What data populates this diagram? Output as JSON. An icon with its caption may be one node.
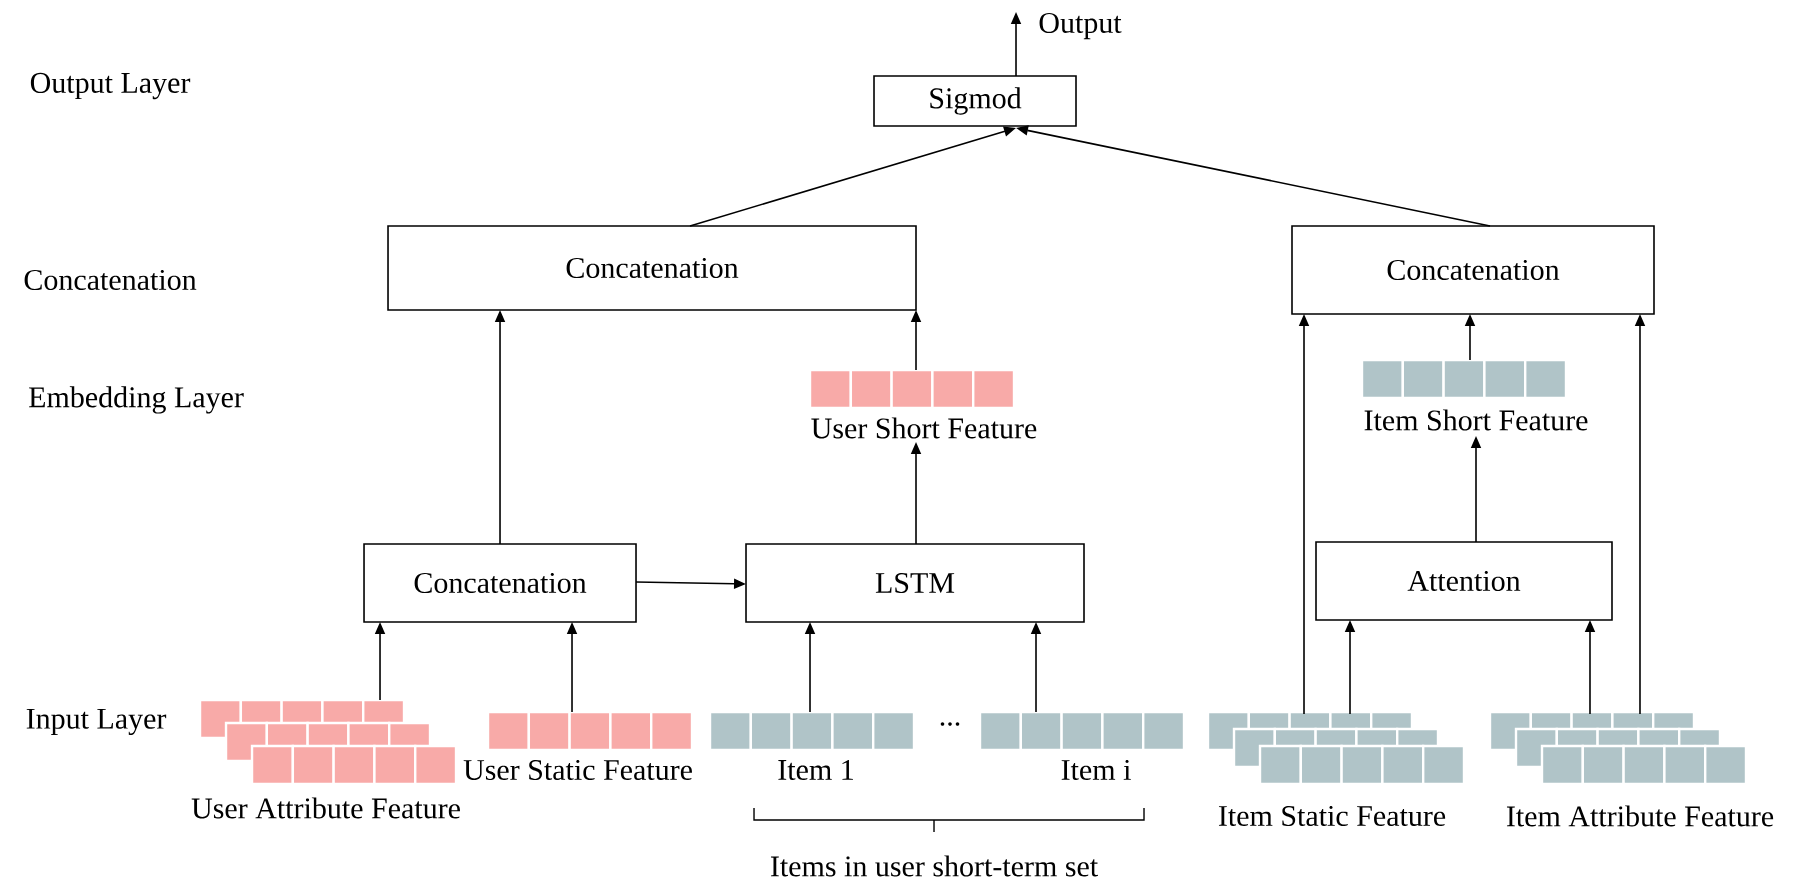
{
  "diagram": {
    "nodes": [
      {
        "text": [
          "Sigmod"
        ]
      },
      {
        "text": [
          "Output"
        ]
      },
      {
        "text": [
          "Concatenation"
        ]
      },
      {
        "text": [
          "Concatenation"
        ]
      },
      {
        "text": [
          "User Short Feature"
        ]
      },
      {
        "text": [
          "Item Short Feature"
        ]
      },
      {
        "text": [
          "Concatenation"
        ]
      },
      {
        "text": [
          "LSTM"
        ]
      },
      {
        "text": [
          "Attention"
        ]
      },
      {
        "text": [
          "User Attribute Feature"
        ]
      },
      {
        "text": [
          "User Static Feature"
        ]
      },
      {
        "text": [
          "Item 1"
        ]
      },
      {
        "text": [
          "Item i"
        ]
      },
      {
        "text": [
          "Item Static Feature"
        ]
      },
      {
        "text": [
          "Item Attribute Feature"
        ]
      }
    ],
    "edges": [
      {
        "from": 2,
        "to": 0,
        "arrow": "to"
      },
      {
        "from": 3,
        "to": 0,
        "arrow": "to"
      },
      {
        "from": 0,
        "to": 1,
        "arrow": "to"
      },
      {
        "from": 4,
        "to": 2,
        "arrow": "to"
      },
      {
        "from": 6,
        "to": 2,
        "arrow": "to"
      },
      {
        "from": 5,
        "to": 3,
        "arrow": "to"
      },
      {
        "from": 13,
        "to": 3,
        "arrow": "to"
      },
      {
        "from": 14,
        "to": 3,
        "arrow": "to"
      },
      {
        "from": 7,
        "to": 4,
        "arrow": "to"
      },
      {
        "from": 8,
        "to": 5,
        "arrow": "to"
      },
      {
        "from": 6,
        "to": 7,
        "arrow": "to"
      },
      {
        "from": 9,
        "to": 6,
        "arrow": "to"
      },
      {
        "from": 10,
        "to": 6,
        "arrow": "to"
      },
      {
        "from": 11,
        "to": 7,
        "arrow": "to"
      },
      {
        "from": 12,
        "to": 7,
        "arrow": "to"
      },
      {
        "from": 13,
        "to": 8,
        "arrow": "to"
      },
      {
        "from": 14,
        "to": 8,
        "arrow": "to"
      }
    ],
    "labels": [
      "Output Layer",
      "Concatenation",
      "Embedding Layer",
      "Input Layer",
      "...",
      "Items in user short-term set"
    ]
  }
}
